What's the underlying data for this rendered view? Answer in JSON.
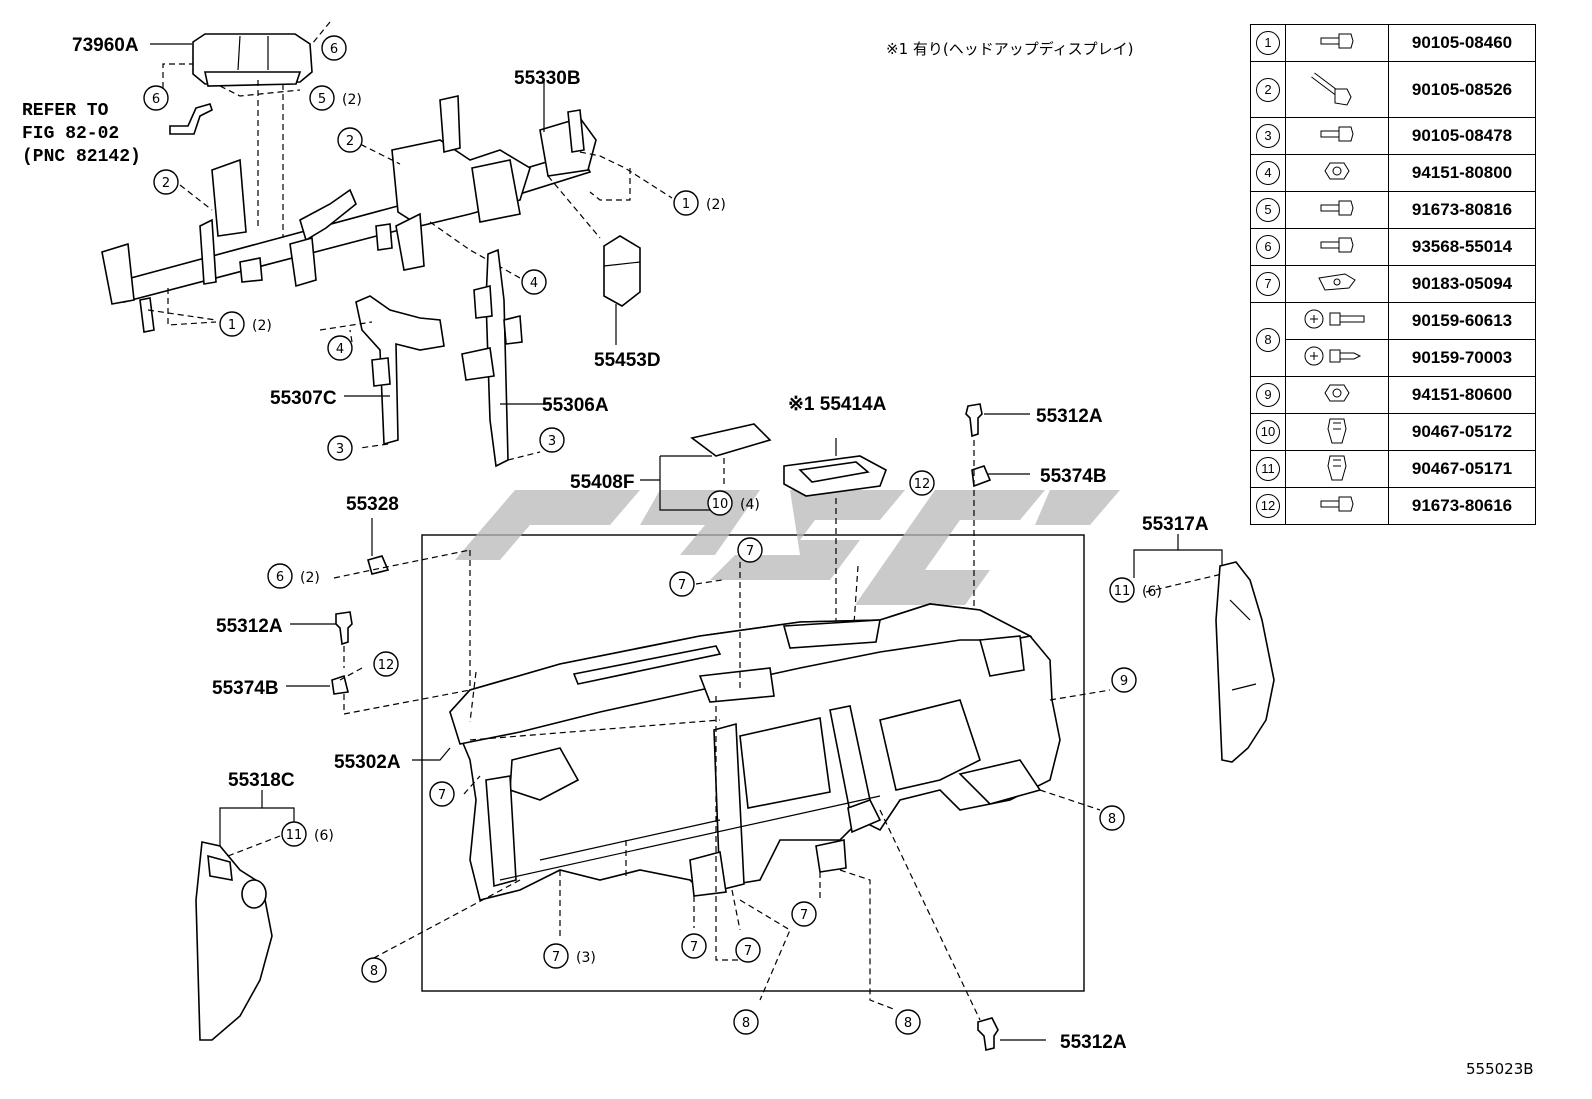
{
  "diagram_id": "555023B",
  "note": "※1 有り(ヘッドアップディスプレイ)",
  "refer": {
    "line1": "REFER TO",
    "line2": "FIG 82-02",
    "line3": "(PNC 82142)"
  },
  "labels": {
    "p73960A": "73960A",
    "p55330B": "55330B",
    "p55453D": "55453D",
    "p55307C": "55307C",
    "p55306A": "55306A",
    "p55408F": "55408F",
    "p55414A": "※1 55414A",
    "p55312A_top": "55312A",
    "p55374B_right": "55374B",
    "p55328": "55328",
    "p55312A_left": "55312A",
    "p55374B_left": "55374B",
    "p55302A": "55302A",
    "p55318C": "55318C",
    "p55317A": "55317A",
    "p55312A_bottom": "55312A"
  },
  "quantities": {
    "q2": "(2)",
    "q3": "(3)",
    "q4": "(4)",
    "q6": "(6)"
  },
  "callouts": {
    "c1": "1",
    "c2": "2",
    "c3": "3",
    "c4": "4",
    "c5": "5",
    "c6": "6",
    "c7": "7",
    "c8": "8",
    "c9": "9",
    "c10": "10",
    "c11": "11",
    "c12": "12"
  },
  "fasteners": [
    {
      "no": "1",
      "part": "90105-08460",
      "icon": "bolt-icon"
    },
    {
      "no": "2",
      "part": "90105-08526",
      "icon": "long-bolt-icon"
    },
    {
      "no": "3",
      "part": "90105-08478",
      "icon": "bolt-icon"
    },
    {
      "no": "4",
      "part": "94151-80800",
      "icon": "nut-icon"
    },
    {
      "no": "5",
      "part": "91673-80816",
      "icon": "bolt-icon"
    },
    {
      "no": "6",
      "part": "93568-55014",
      "icon": "bolt-icon"
    },
    {
      "no": "7",
      "part": "90183-05094",
      "icon": "clip-nut-icon"
    },
    {
      "no": "8",
      "part": "90159-60613",
      "icon": "tapping-screw-icon"
    },
    {
      "no": "8",
      "part": "90159-70003",
      "icon": "tapping-screw-icon"
    },
    {
      "no": "9",
      "part": "94151-80600",
      "icon": "nut-icon"
    },
    {
      "no": "10",
      "part": "90467-05172",
      "icon": "clip-icon"
    },
    {
      "no": "11",
      "part": "90467-05171",
      "icon": "clip-icon"
    },
    {
      "no": "12",
      "part": "91673-80616",
      "icon": "bolt-icon"
    }
  ]
}
